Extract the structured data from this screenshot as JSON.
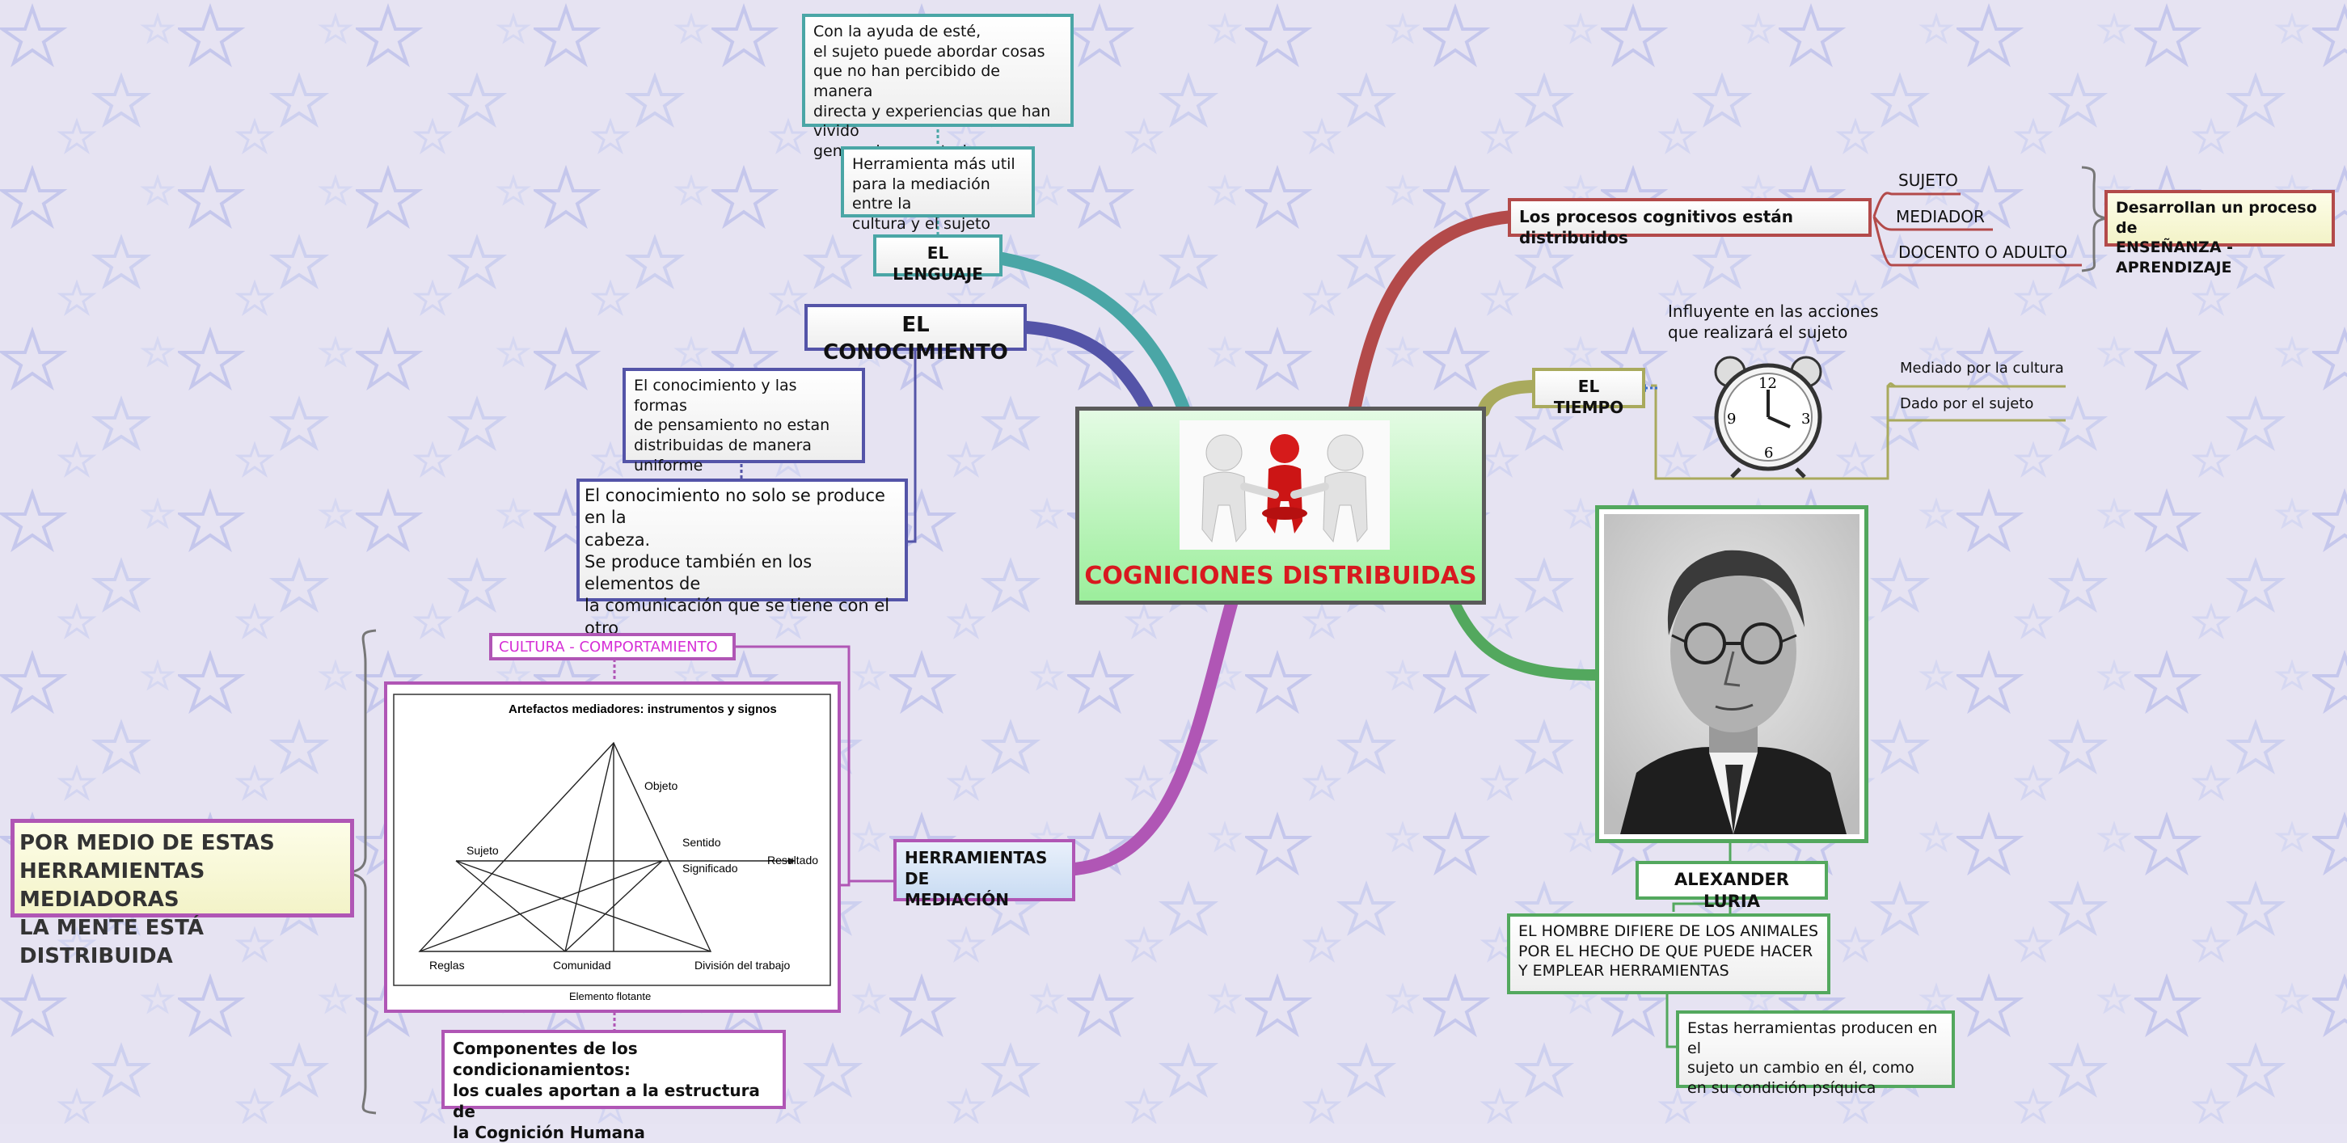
{
  "central": {
    "title": "COGNICIONES DISTRIBUIDAS",
    "image": "people-handshake-figures"
  },
  "lenguaje": {
    "label": "EL LENGUAJE",
    "note1": "Con la ayuda de esté,\nel  sujeto puede abordar cosas\nque no han percibido de manera\ndirecta y experiencias que han vivido\ngeneraciones anteriores",
    "note2": "Herramienta más util\npara la mediación entre la\ncultura y el  sujeto"
  },
  "conocimiento": {
    "label": "EL CONOCIMIENTO",
    "note1": "El conocimiento y las formas\nde pensamiento no estan\ndistribuidas de manera uniforme\nen el cerebro",
    "note2": "El conocimiento no solo se produce en la\ncabeza.\nSe produce también en los elementos de\nla comunicación que se tiene con el\n otro"
  },
  "herramientas": {
    "label": "HERRAMIENTAS DE\nMEDIACIÓN",
    "cultura": "CULTURA  -  COMPORTAMIENTO",
    "summary": "POR MEDIO DE ESTAS\nHERRAMIENTAS MEDIADORAS\nLA MENTE ESTÁ DISTRIBUIDA",
    "componentes": "Componentes de los condicionamientos:\nlos cuales  aportan a la  estructura  de\nla Cognición Humana",
    "figure": {
      "title": "Artefactos mediadores: instrumentos y signos",
      "objeto": "Objeto",
      "sujeto": "Sujeto",
      "sentido": "Sentido",
      "significado": "Significado",
      "resultado": "Resultado",
      "reglas": "Reglas",
      "comunidad": "Comunidad",
      "division": "División del trabajo",
      "caption": "Elemento flotante"
    }
  },
  "procesos": {
    "label": "Los procesos cognitivos están distribuidos",
    "items": [
      "SUJETO",
      "MEDIADOR",
      "DOCENTO O ADULTO"
    ],
    "result": "Desarrollan un proceso de\nENSEÑANZA - APRENDIZAJE"
  },
  "tiempo": {
    "label": "EL TIEMPO",
    "note": "Influyente en las acciones\nque realizará el sujeto",
    "items": [
      "Mediado por la cultura",
      "Dado por el sujeto"
    ],
    "image": "alarm-clock-icon"
  },
  "luria": {
    "label": "ALEXANDER LURIA",
    "note1": "EL HOMBRE DIFIERE DE LOS ANIMALES\nPOR EL   HECHO DE QUE PUEDE HACER\nY EMPLEAR HERRAMIENTAS",
    "note2": "Estas herramientas producen en el\nsujeto un cambio en él, como\nen su condición psíquica",
    "image": "portrait-photo"
  },
  "colors": {
    "background": "#e7e4f3",
    "title": "#d8191f",
    "blue": "#5454a8",
    "teal": "#4aa6a6",
    "red": "#b34a4a",
    "olive": "#a9aa5d",
    "green": "#53a85e",
    "purple": "#b056b5",
    "magenta_text": "#d62fd6"
  }
}
